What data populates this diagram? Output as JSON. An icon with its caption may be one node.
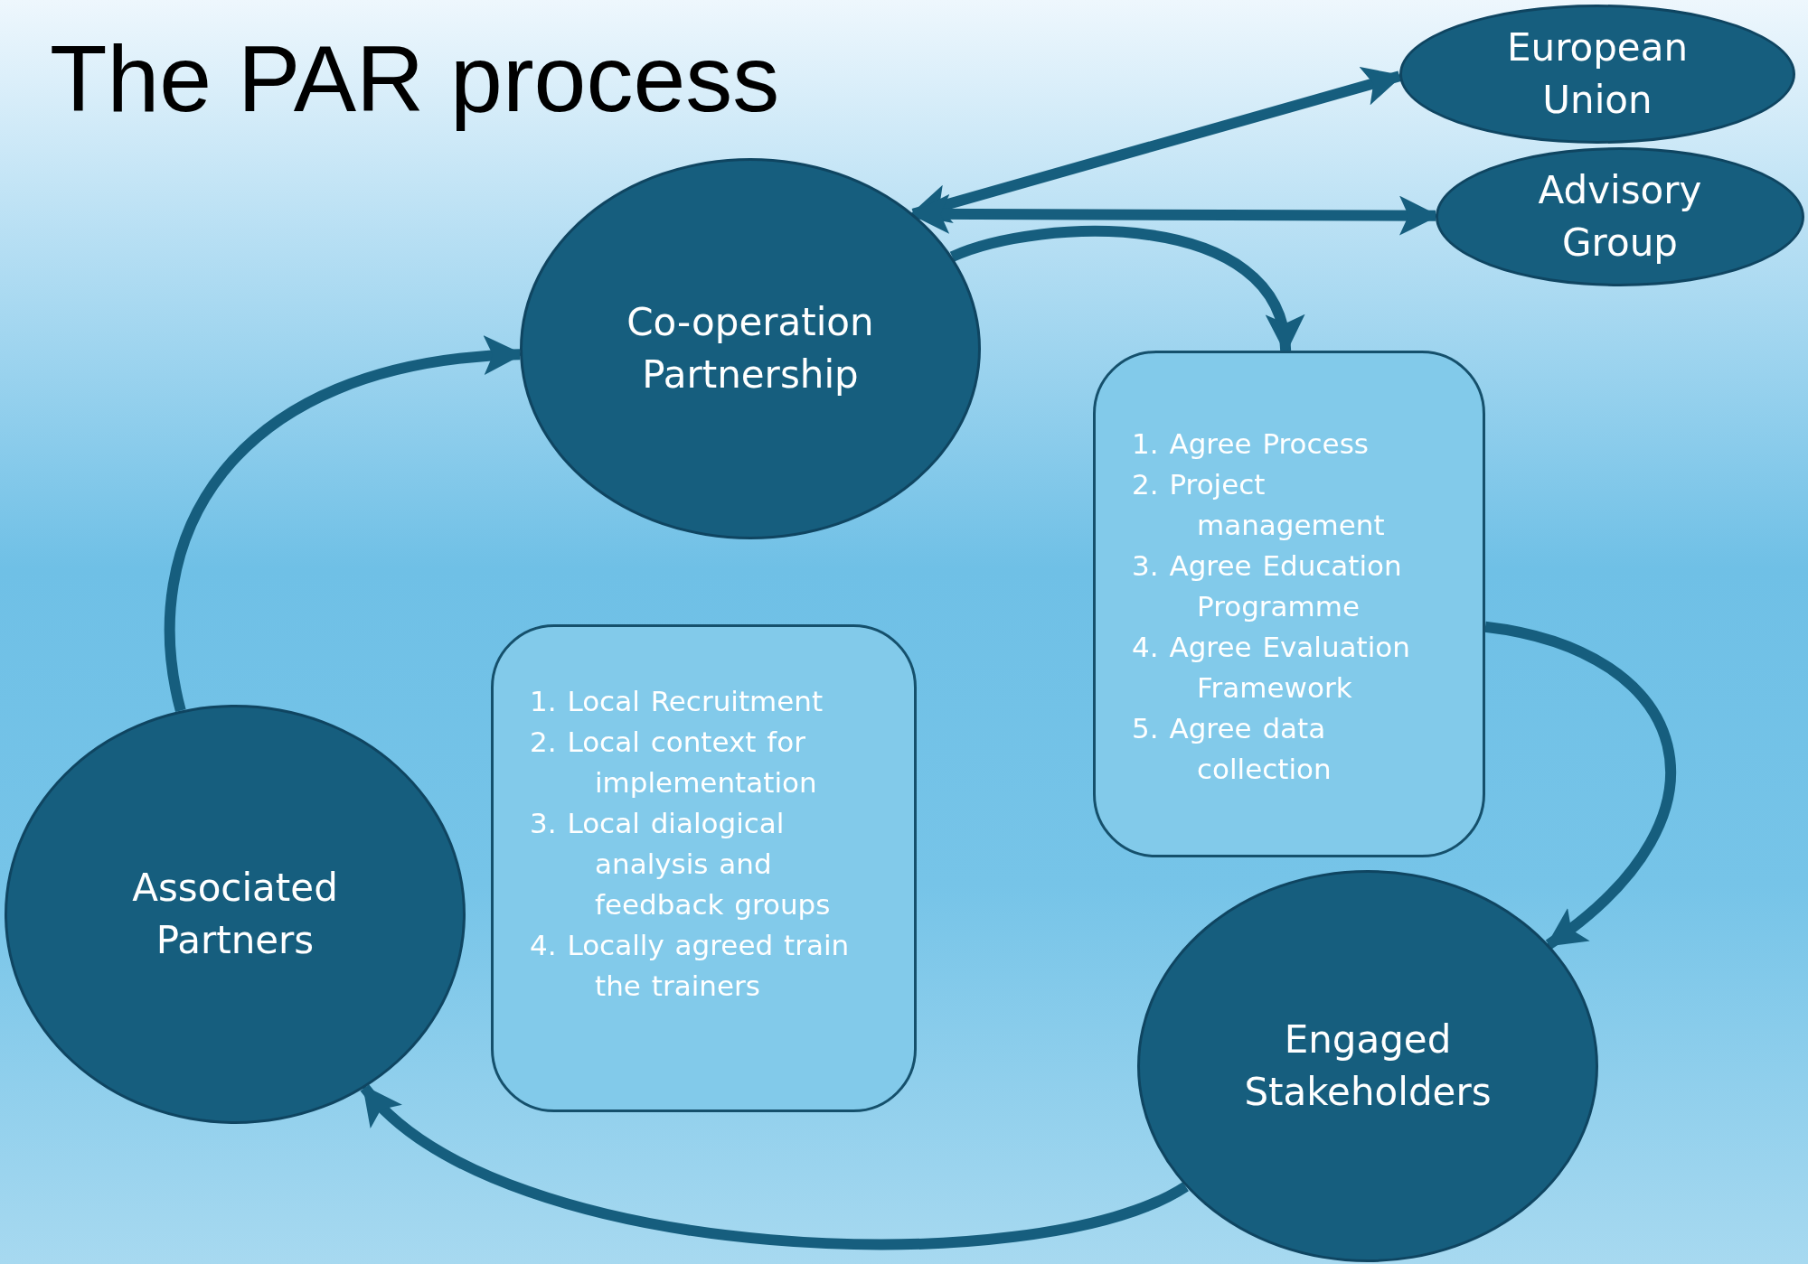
{
  "diagram": {
    "title": "The PAR process",
    "nodes": [
      {
        "text": [
          "Co-operation Partnership"
        ]
      },
      {
        "text": [
          "European Union"
        ]
      },
      {
        "text": [
          "Advisory Group"
        ]
      },
      {
        "text": [
          "1. Agree Process",
          "2. Project management",
          "3. Agree Education Programme",
          "4. Agree Evaluation Framework",
          "5. Agree data collection"
        ]
      },
      {
        "text": [
          "Associated Partners"
        ]
      },
      {
        "text": [
          "1. Local Recruitment",
          "2. Local context for implementation",
          "3. Local dialogical analysis and feedback groups",
          "4. Locally agreed train the trainers"
        ]
      },
      {
        "text": [
          "Engaged Stakeholders"
        ]
      }
    ],
    "edges": [
      {
        "from": 0,
        "to": 1,
        "arrow": "both"
      },
      {
        "from": 0,
        "to": 2,
        "arrow": "both"
      },
      {
        "from": 0,
        "to": 3,
        "arrow": "to"
      },
      {
        "from": 3,
        "to": 6,
        "arrow": "to"
      },
      {
        "from": 6,
        "to": 4,
        "arrow": "to"
      },
      {
        "from": 4,
        "to": 0,
        "arrow": "to"
      }
    ]
  }
}
